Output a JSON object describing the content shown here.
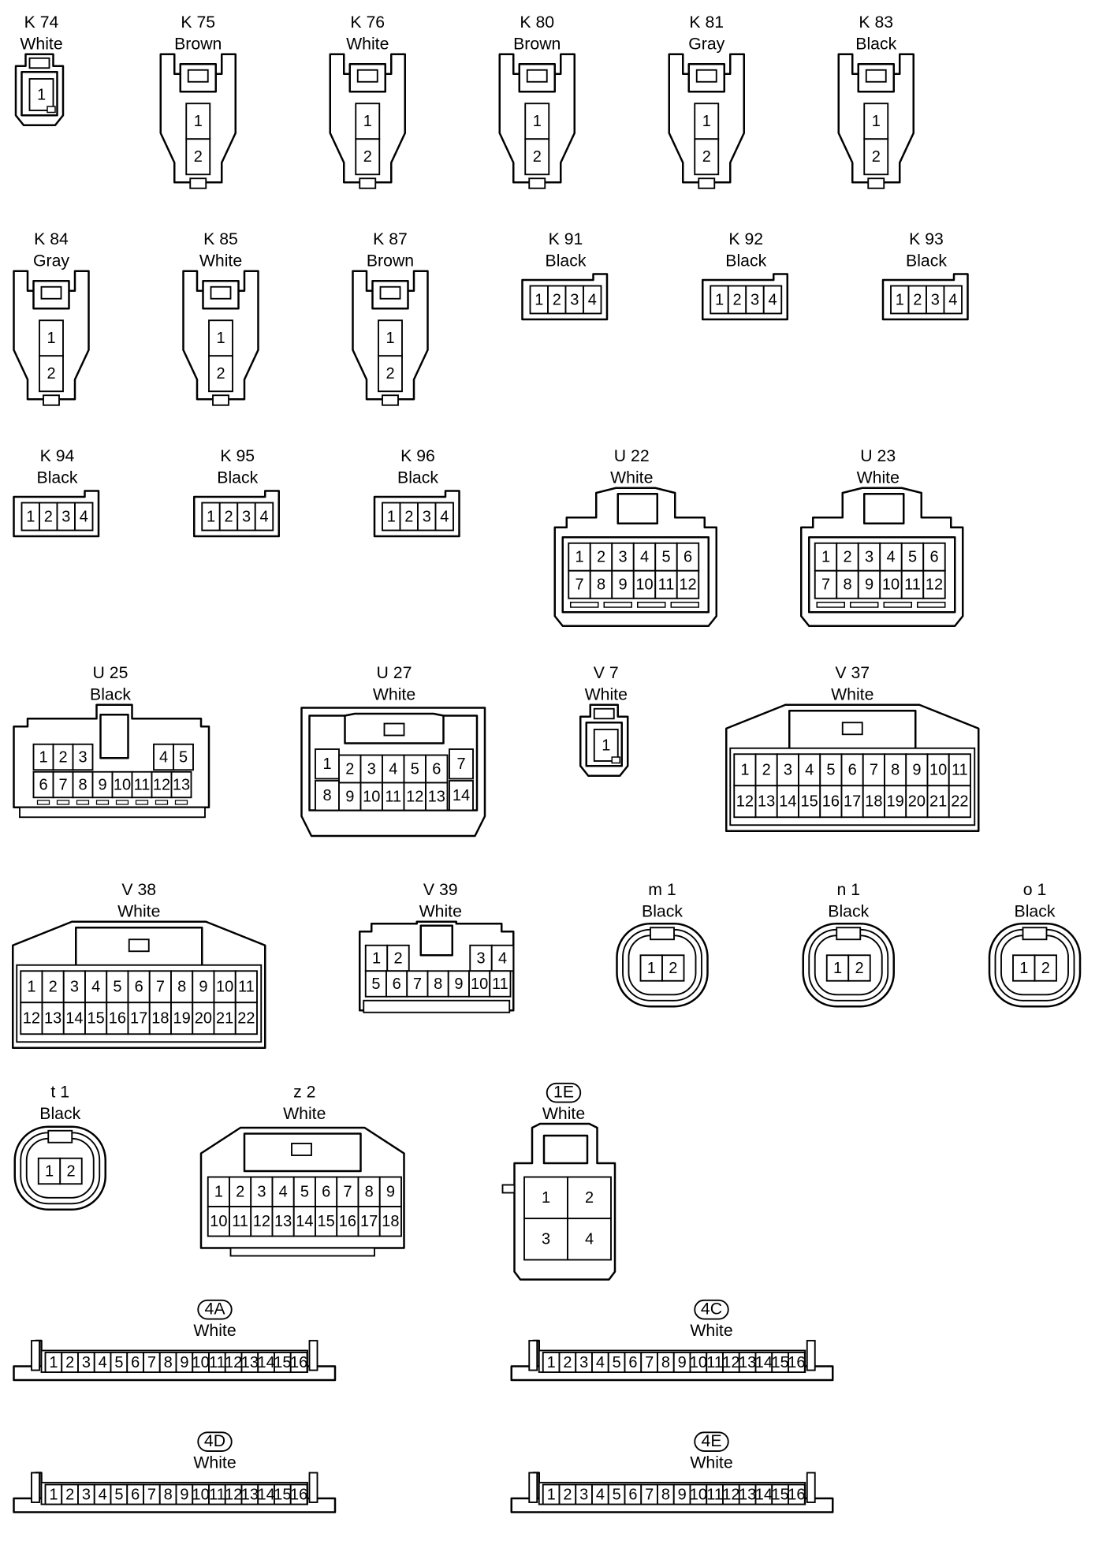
{
  "connectors": [
    {
      "id": "K 74",
      "color": "White",
      "pins": [
        "1"
      ]
    },
    {
      "id": "K 75",
      "color": "Brown",
      "pins": [
        "1",
        "2"
      ]
    },
    {
      "id": "K 76",
      "color": "White",
      "pins": [
        "1",
        "2"
      ]
    },
    {
      "id": "K 80",
      "color": "Brown",
      "pins": [
        "1",
        "2"
      ]
    },
    {
      "id": "K 81",
      "color": "Gray",
      "pins": [
        "1",
        "2"
      ]
    },
    {
      "id": "K 83",
      "color": "Black",
      "pins": [
        "1",
        "2"
      ]
    },
    {
      "id": "K 84",
      "color": "Gray",
      "pins": [
        "1",
        "2"
      ]
    },
    {
      "id": "K 85",
      "color": "White",
      "pins": [
        "1",
        "2"
      ]
    },
    {
      "id": "K 87",
      "color": "Brown",
      "pins": [
        "1",
        "2"
      ]
    },
    {
      "id": "K 91",
      "color": "Black",
      "pins": [
        "1",
        "2",
        "3",
        "4"
      ]
    },
    {
      "id": "K 92",
      "color": "Black",
      "pins": [
        "1",
        "2",
        "3",
        "4"
      ]
    },
    {
      "id": "K 93",
      "color": "Black",
      "pins": [
        "1",
        "2",
        "3",
        "4"
      ]
    },
    {
      "id": "K 94",
      "color": "Black",
      "pins": [
        "1",
        "2",
        "3",
        "4"
      ]
    },
    {
      "id": "K 95",
      "color": "Black",
      "pins": [
        "1",
        "2",
        "3",
        "4"
      ]
    },
    {
      "id": "K 96",
      "color": "Black",
      "pins": [
        "1",
        "2",
        "3",
        "4"
      ]
    },
    {
      "id": "U 22",
      "color": "White",
      "pins": [
        "1",
        "2",
        "3",
        "4",
        "5",
        "6",
        "7",
        "8",
        "9",
        "10",
        "11",
        "12"
      ]
    },
    {
      "id": "U 23",
      "color": "White",
      "pins": [
        "1",
        "2",
        "3",
        "4",
        "5",
        "6",
        "7",
        "8",
        "9",
        "10",
        "11",
        "12"
      ]
    },
    {
      "id": "U 25",
      "color": "Black",
      "pins": [
        "1",
        "2",
        "3",
        "4",
        "5",
        "6",
        "7",
        "8",
        "9",
        "10",
        "11",
        "12",
        "13"
      ]
    },
    {
      "id": "U 27",
      "color": "White",
      "pins": [
        "1",
        "2",
        "3",
        "4",
        "5",
        "6",
        "7",
        "8",
        "9",
        "10",
        "11",
        "12",
        "13",
        "14"
      ]
    },
    {
      "id": "V 7",
      "color": "White",
      "pins": [
        "1"
      ]
    },
    {
      "id": "V 37",
      "color": "White",
      "pins": [
        "1",
        "2",
        "3",
        "4",
        "5",
        "6",
        "7",
        "8",
        "9",
        "10",
        "11",
        "12",
        "13",
        "14",
        "15",
        "16",
        "17",
        "18",
        "19",
        "20",
        "21",
        "22"
      ]
    },
    {
      "id": "V 38",
      "color": "White",
      "pins": [
        "1",
        "2",
        "3",
        "4",
        "5",
        "6",
        "7",
        "8",
        "9",
        "10",
        "11",
        "12",
        "13",
        "14",
        "15",
        "16",
        "17",
        "18",
        "19",
        "20",
        "21",
        "22"
      ]
    },
    {
      "id": "V 39",
      "color": "White",
      "pins": [
        "1",
        "2",
        "3",
        "4",
        "5",
        "6",
        "7",
        "8",
        "9",
        "10",
        "11"
      ]
    },
    {
      "id": "m 1",
      "color": "Black",
      "pins": [
        "1",
        "2"
      ]
    },
    {
      "id": "n 1",
      "color": "Black",
      "pins": [
        "1",
        "2"
      ]
    },
    {
      "id": "o 1",
      "color": "Black",
      "pins": [
        "1",
        "2"
      ]
    },
    {
      "id": "t 1",
      "color": "Black",
      "pins": [
        "1",
        "2"
      ]
    },
    {
      "id": "z 2",
      "color": "White",
      "pins": [
        "1",
        "2",
        "3",
        "4",
        "5",
        "6",
        "7",
        "8",
        "9",
        "10",
        "11",
        "12",
        "13",
        "14",
        "15",
        "16",
        "17",
        "18"
      ]
    },
    {
      "id": "1E",
      "color": "White",
      "pins": [
        "1",
        "2",
        "3",
        "4"
      ]
    },
    {
      "id": "4A",
      "color": "White",
      "pins": [
        "1",
        "2",
        "3",
        "4",
        "5",
        "6",
        "7",
        "8",
        "9",
        "10",
        "11",
        "12",
        "13",
        "14",
        "15",
        "16"
      ]
    },
    {
      "id": "4C",
      "color": "White",
      "pins": [
        "1",
        "2",
        "3",
        "4",
        "5",
        "6",
        "7",
        "8",
        "9",
        "10",
        "11",
        "12",
        "13",
        "14",
        "15",
        "16"
      ]
    },
    {
      "id": "4D",
      "color": "White",
      "pins": [
        "1",
        "2",
        "3",
        "4",
        "5",
        "6",
        "7",
        "8",
        "9",
        "10",
        "11",
        "12",
        "13",
        "14",
        "15",
        "16"
      ]
    },
    {
      "id": "4E",
      "color": "White",
      "pins": [
        "1",
        "2",
        "3",
        "4",
        "5",
        "6",
        "7",
        "8",
        "9",
        "10",
        "11",
        "12",
        "13",
        "14",
        "15",
        "16"
      ]
    }
  ]
}
